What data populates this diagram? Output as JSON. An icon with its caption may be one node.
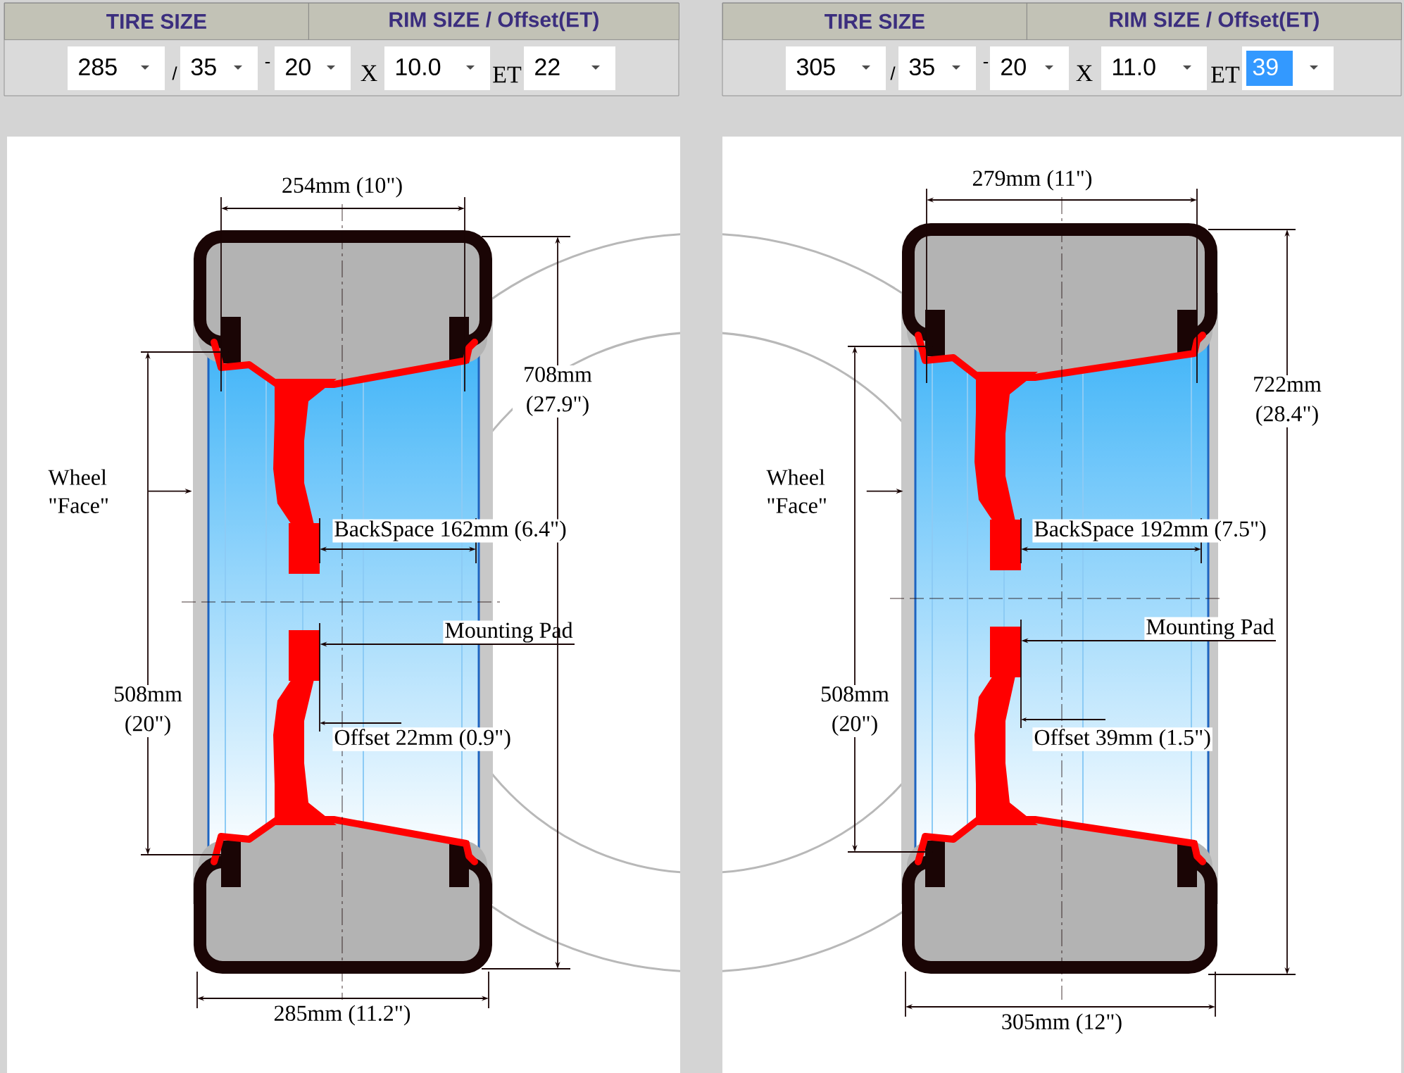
{
  "diagram": {
    "nodes": [
      {
        "text": [
          "Wheel \"Face\""
        ]
      },
      {
        "text": [],
        "shape": "picture"
      },
      {
        "text": [
          "Mounting Pad"
        ]
      },
      {
        "text": [],
        "shape": "box",
        "in": 1
      },
      {
        "text": [
          "Wheel \"Face\""
        ]
      },
      {
        "text": [],
        "shape": "picture"
      },
      {
        "text": [
          "Mounting Pad"
        ]
      },
      {
        "text": [],
        "shape": "box",
        "in": 5
      }
    ],
    "edges": [
      {
        "from": 0,
        "to": 1,
        "arrow": "to"
      },
      {
        "from": 2,
        "to": 3,
        "arrow": "to"
      },
      {
        "from": 4,
        "to": 5,
        "arrow": "to"
      },
      {
        "from": 6,
        "to": 7,
        "arrow": "to"
      }
    ],
    "labels": [
      "TIRE SIZE",
      "RIM SIZE / Offset(ET)",
      "285",
      "/",
      "35",
      "-",
      "20",
      "X",
      "10.0",
      "ET",
      "22",
      "TIRE SIZE",
      "RIM SIZE / Offset(ET)",
      "305",
      "/",
      "35",
      "-",
      "20",
      "X",
      "11.0",
      "ET",
      "39",
      "254mm (10\")",
      "708mm (27.9\")",
      "BackSpace 162mm (6.4\")",
      "Offset 22mm (0.9\")",
      "508mm (20\")",
      "285mm (11.2\")",
      "279mm (11\")",
      "722mm (28.4\")",
      "BackSpace 192mm (7.5\")",
      "Offset 39mm (1.5\")",
      "508mm (20\")",
      "305mm (12\")"
    ]
  }
}
